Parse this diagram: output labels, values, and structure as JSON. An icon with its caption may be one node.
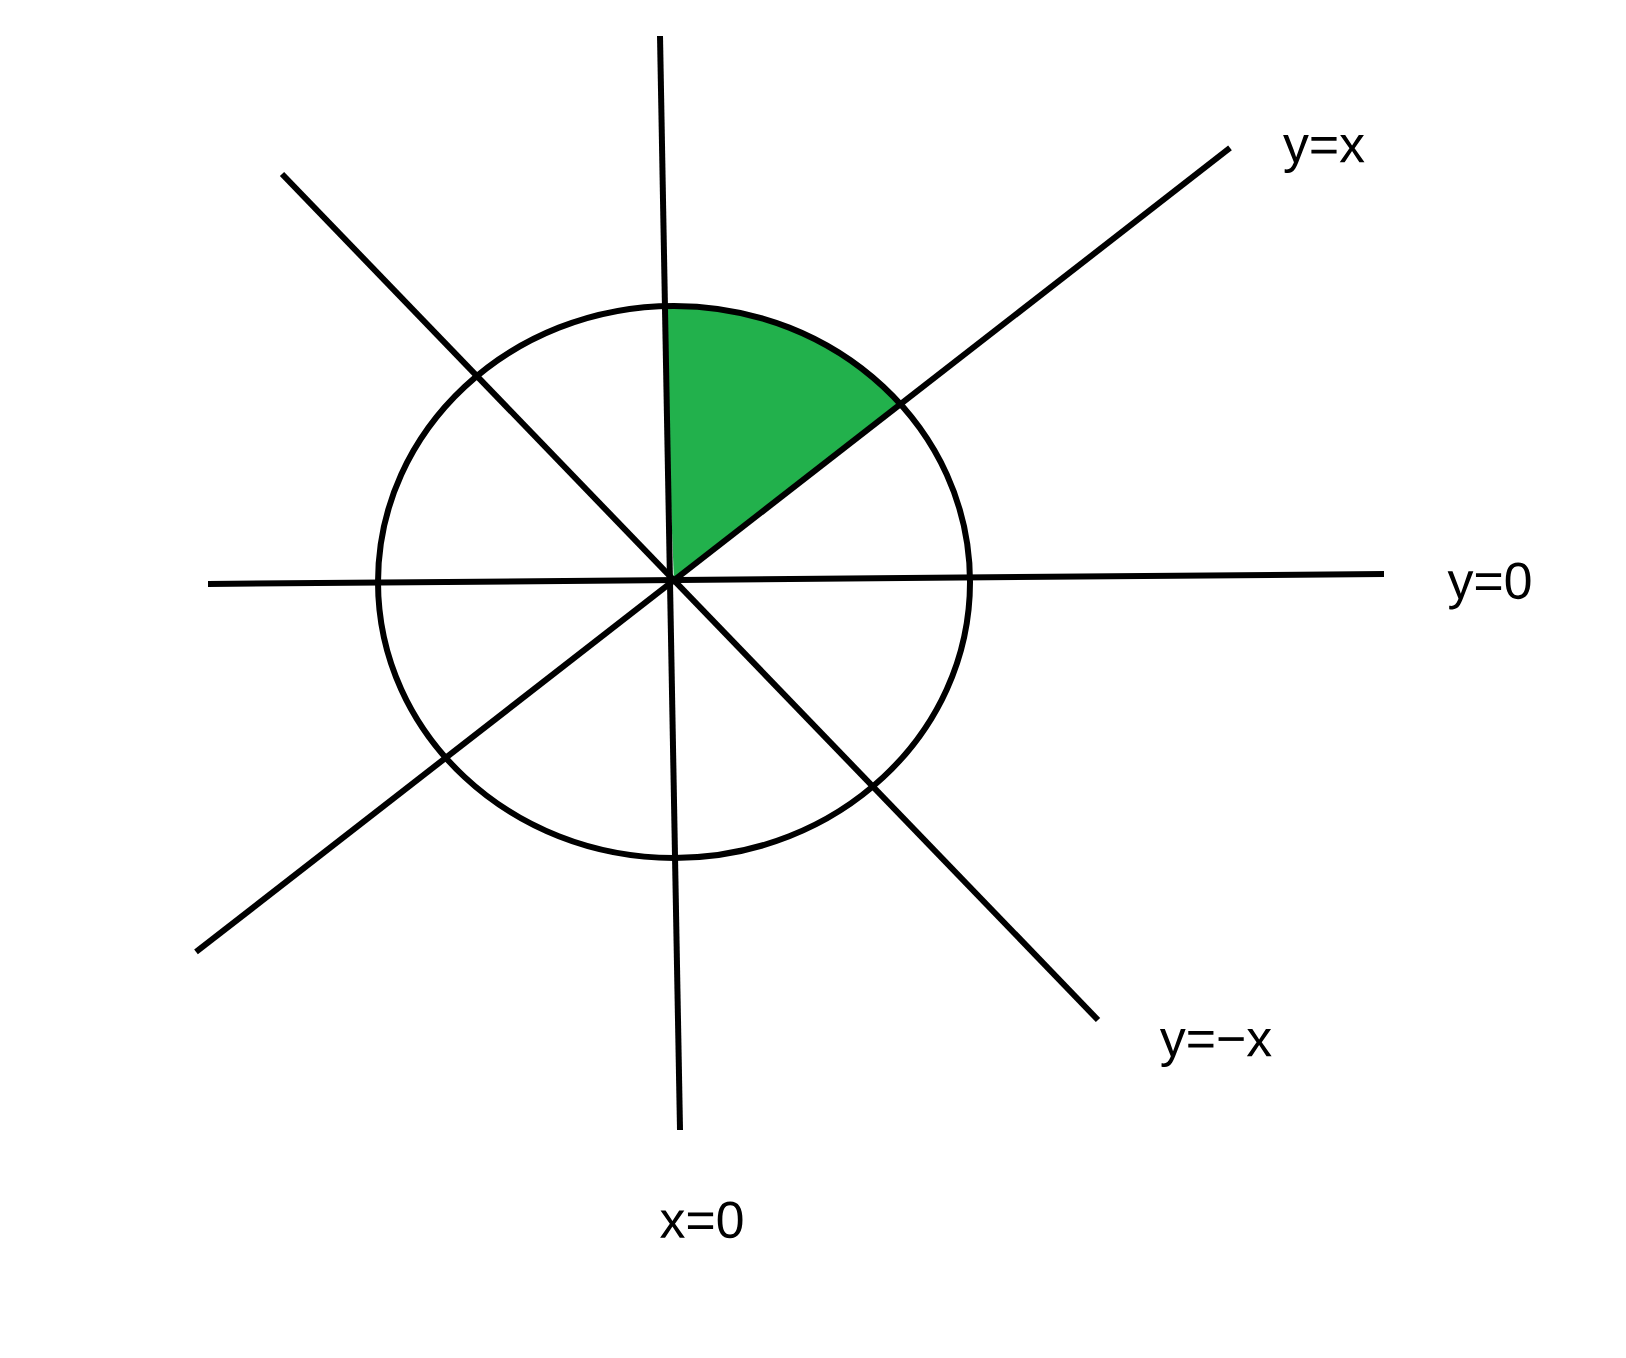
{
  "diagram": {
    "labels": [
      "y=x",
      "y=0",
      "y=−x",
      "x=0"
    ]
  }
}
